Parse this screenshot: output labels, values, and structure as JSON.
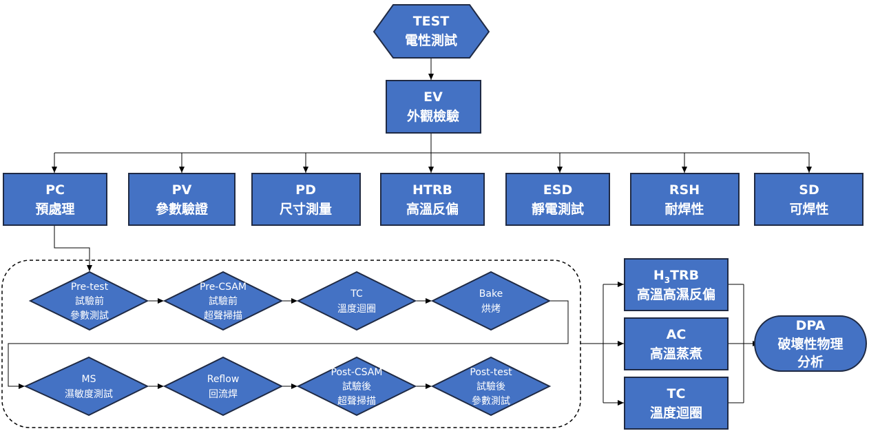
{
  "colors": {
    "fill": "#4472c4",
    "border": "#1f2a44",
    "text": "#ffffff",
    "line": "#000000"
  },
  "nodes": {
    "test": {
      "code": "TEST",
      "name": "電性測試"
    },
    "ev": {
      "code": "EV",
      "name": "外觀檢驗"
    },
    "pc": {
      "code": "PC",
      "name": "預處理"
    },
    "pv": {
      "code": "PV",
      "name": "參數驗證"
    },
    "pd": {
      "code": "PD",
      "name": "尺寸測量"
    },
    "htrb": {
      "code": "HTRB",
      "name": "高溫反偏"
    },
    "esd": {
      "code": "ESD",
      "name": "靜電測試"
    },
    "rsh": {
      "code": "RSH",
      "name": "耐焊性"
    },
    "sd": {
      "code": "SD",
      "name": "可焊性"
    },
    "h3trb": {
      "code_prefix": "H",
      "code_sub": "3",
      "code_suffix": "TRB",
      "name": "高溫高濕反偏"
    },
    "ac": {
      "code": "AC",
      "name": "高溫蒸煮"
    },
    "tc": {
      "code": "TC",
      "name": "溫度迴圈"
    },
    "dpa": {
      "code": "DPA",
      "name_line1": "破壞性物理",
      "name_line2": "分析"
    }
  },
  "pc_steps": [
    {
      "line1": "Pre-test",
      "line2": "試驗前",
      "line3": "參數測試"
    },
    {
      "line1": "Pre-CSAM",
      "line2": "試驗前",
      "line3": "超聲掃描"
    },
    {
      "line1": "TC",
      "line2": "溫度迴圈"
    },
    {
      "line1": "Bake",
      "line2": "烘烤"
    },
    {
      "line1": "MS",
      "line2": "濕敏度測試"
    },
    {
      "line1": "Reflow",
      "line2": "回流焊"
    },
    {
      "line1": "Post-CSAM",
      "line2": "試驗後",
      "line3": "超聲掃描"
    },
    {
      "line1": "Post-test",
      "line2": "試驗後",
      "line3": "參數測試"
    }
  ]
}
